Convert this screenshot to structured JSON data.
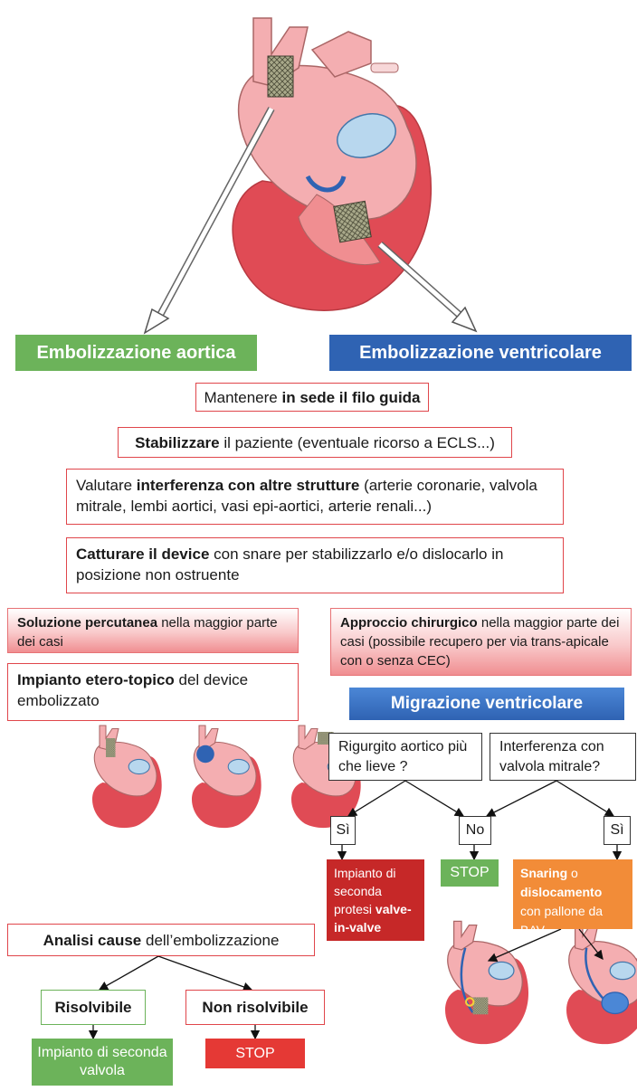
{
  "headers": {
    "aortic": "Embolizzazione aortica",
    "ventricular": "Embolizzazione ventricolare",
    "migration": "Migrazione ventricolare"
  },
  "steps": {
    "guide_wire": {
      "pre": "Mantenere ",
      "bold": "in sede il filo guida",
      "post": ""
    },
    "stabilize": {
      "bold": "Stabilizzare",
      "post": " il paziente (eventuale ricorso a ECLS...)"
    },
    "evaluate": {
      "pre": "Valutare ",
      "bold": "interferenza con altre strutture",
      "post": " (arterie coronarie, valvola mitrale, lembi aortici, vasi epi-aortici, arterie renali...)"
    },
    "capture": {
      "bold": "Catturare il device",
      "post": " con snare per stabilizzarlo e/o dislocarlo in posizione non ostruente"
    }
  },
  "left": {
    "percutaneous": {
      "bold": "Soluzione percutanea",
      "post": " nella maggior parte dei casi"
    },
    "heterotopic": {
      "bold": "Impianto etero-topico",
      "post": " del device embolizzato"
    },
    "analysis": {
      "bold": "Analisi cause",
      "post": " dell’embolizzazione"
    },
    "resolvable": "Risolvibile",
    "non_resolvable": "Non risolvibile",
    "second_valve": "Impianto di seconda valvola",
    "stop": "STOP"
  },
  "right": {
    "surgical": {
      "bold": "Approccio chirurgico",
      "post": " nella maggior parte dei casi (possibile recupero per via trans-apicale con o senza CEC)"
    },
    "q_aortic": "Rigurgito aortico più che lieve ?",
    "q_mitral": "Interferenza con valvola mitrale?",
    "yes1": "Sì",
    "no": "No",
    "yes2": "Sì",
    "valve_in_valve": {
      "pre": "Impianto di seconda protesi ",
      "bold": "valve-in-valve"
    },
    "stop": "STOP",
    "snaring": {
      "b1": "Snaring",
      "m1": " o ",
      "b2": "dislocamento",
      "m2": " con pallone da BAV"
    }
  },
  "colors": {
    "green": "#6cb35a",
    "blue": "#2f63b3",
    "red": "#e53935",
    "darkred": "#c62828",
    "orange": "#f28c38",
    "pink": "#f6a5a8"
  }
}
